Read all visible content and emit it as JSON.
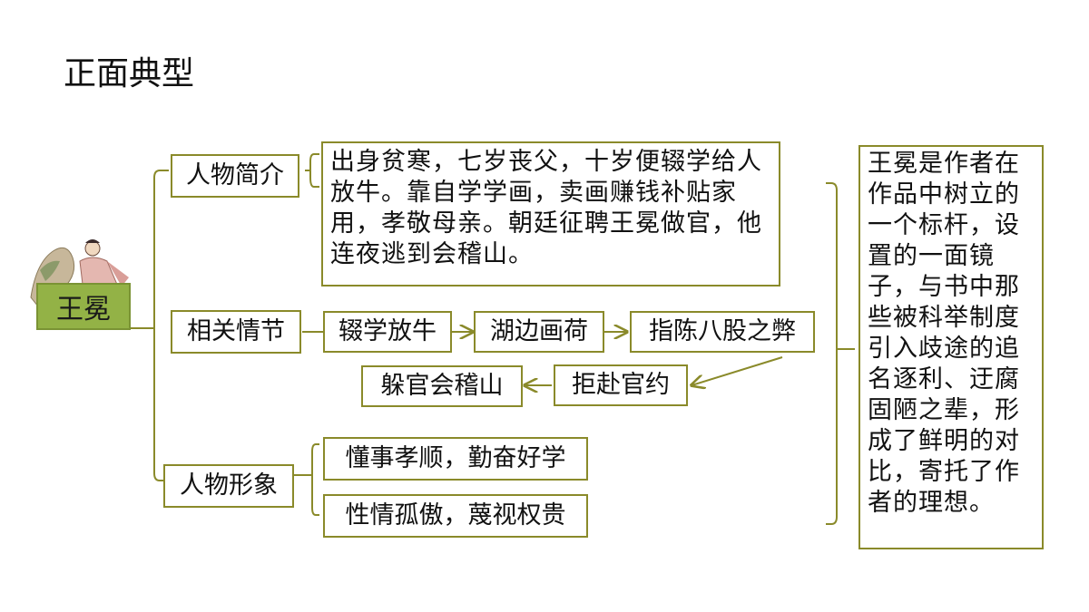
{
  "title": "正面典型",
  "root": "王冕",
  "categories": {
    "intro": "人物简介",
    "plot": "相关情节",
    "image": "人物形象"
  },
  "intro_text": "出身贫寒，七岁丧父，十岁便辍学给人放牛。靠自学学画，卖画赚钱补贴家用，孝敬母亲。朝廷征聘王冕做官，他连夜逃到会稽山。",
  "plot_steps": [
    "辍学放牛",
    "湖边画荷",
    "指陈八股之弊",
    "拒赴官约",
    "躲官会稽山"
  ],
  "traits": [
    "懂事孝顺，勤奋好学",
    "性情孤傲，蔑视权贵"
  ],
  "summary": "王冕是作者在作品中树立的一个标杆，设置的一面镜子，与书中那些被科举制度引入歧途的追名逐利、迂腐固陋之辈，形成了鲜明的对比，寄托了作者的理想。",
  "colors": {
    "border": "#8a8a2a",
    "root_fill": "#93b246"
  }
}
